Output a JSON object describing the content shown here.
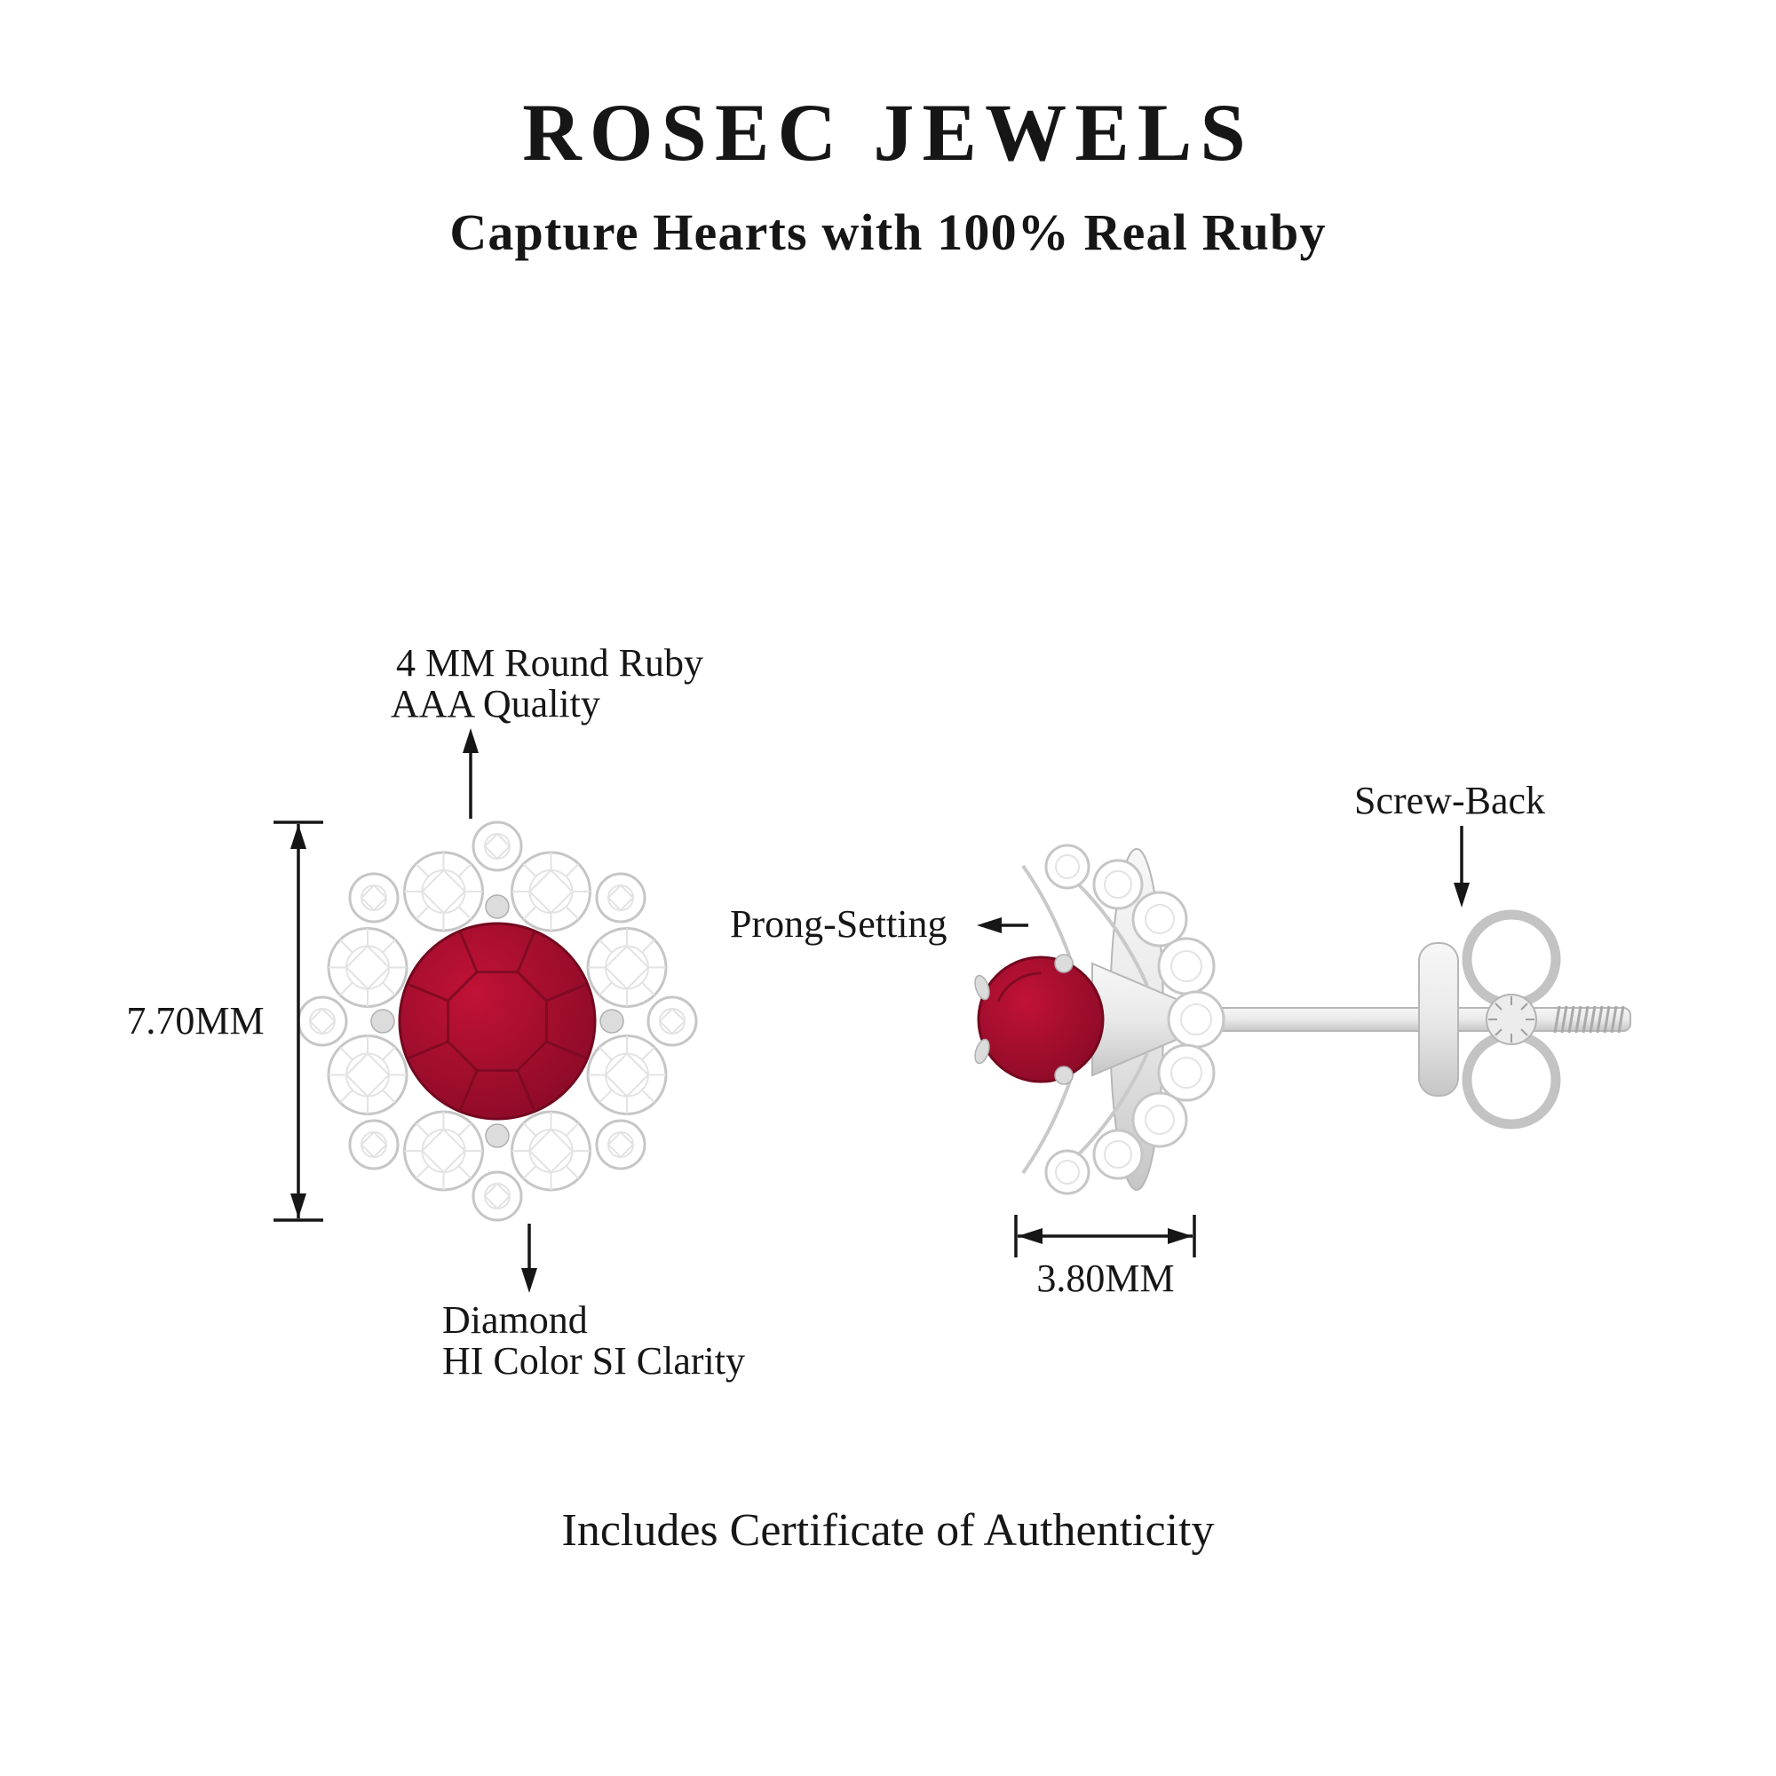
{
  "header": {
    "brand": "ROSEC JEWELS",
    "tagline": "Capture Hearts with 100% Real Ruby"
  },
  "front_view": {
    "top_callout": {
      "line1": "4 MM Round Ruby",
      "line2": "AAA Quality"
    },
    "bottom_callout": {
      "line1": "Diamond",
      "line2": "HI Color SI Clarity"
    },
    "height_dimension": "7.70MM"
  },
  "side_view": {
    "prong_label": "Prong-Setting",
    "screw_back_label": "Screw-Back",
    "width_dimension": "3.80MM"
  },
  "footer": {
    "note": "Includes Certificate of Authenticity"
  },
  "colors": {
    "ruby_light": "#c11236",
    "ruby_dark": "#8a0a27",
    "ruby_edge": "#73081f",
    "diamond_stroke": "#c6c6c6",
    "metal_light": "#f2f2f2",
    "metal_stroke": "#b7b7b7",
    "text": "#161616"
  }
}
